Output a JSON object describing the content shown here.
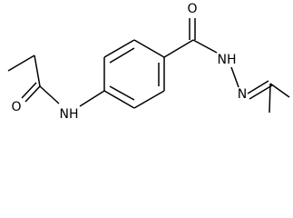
{
  "molecule": {
    "atoms": {
      "o_carbonyl_left": "O",
      "n_amide": "NH",
      "o_carbonyl_right": "O",
      "n_hydrazide": "NH",
      "n_imine": "N"
    }
  }
}
